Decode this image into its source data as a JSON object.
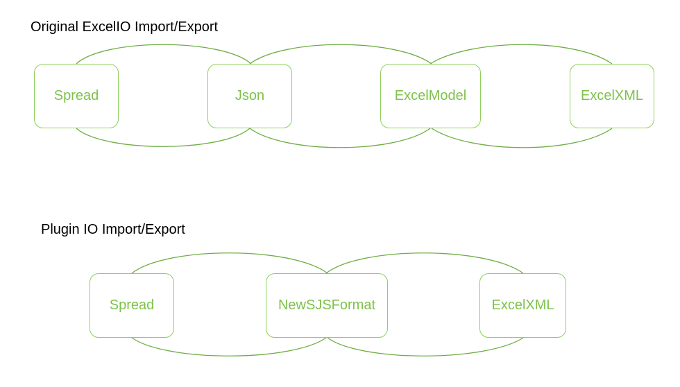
{
  "colors": {
    "accent": "#8ecf5e",
    "label": "#7dc24a",
    "arrow": "#6fae45",
    "title": "#000000"
  },
  "sections": [
    {
      "title": "Original ExcelIO Import/Export",
      "nodes": [
        "Spread",
        "Json",
        "ExcelModel",
        "ExcelXML"
      ]
    },
    {
      "title": "Plugin IO Import/Export",
      "nodes": [
        "Spread",
        "NewSJSFormat",
        "ExcelXML"
      ]
    }
  ]
}
